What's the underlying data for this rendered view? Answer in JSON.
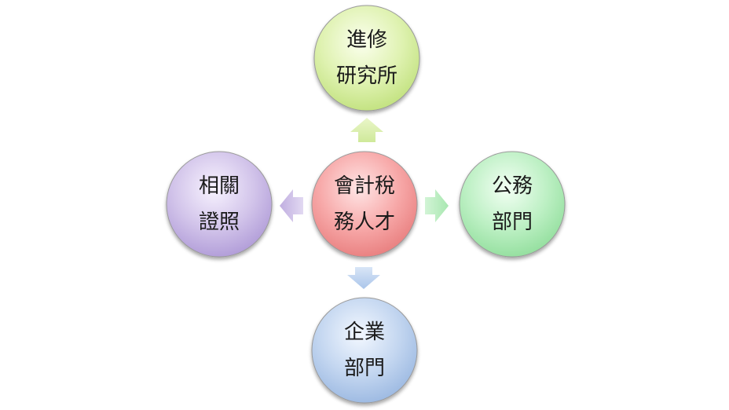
{
  "diagram": {
    "center": {
      "lines": [
        "會計稅",
        "務人才"
      ],
      "color": "#f08d8d"
    },
    "top": {
      "lines": [
        "進修",
        "研究所"
      ],
      "color": "#cde98a"
    },
    "right": {
      "lines": [
        "公務",
        "部門"
      ],
      "color": "#9fe3a8"
    },
    "bottom": {
      "lines": [
        "企業",
        "部門"
      ],
      "color": "#a9c3e6"
    },
    "left": {
      "lines": [
        "相關",
        "證照"
      ],
      "color": "#bba8dc"
    }
  }
}
